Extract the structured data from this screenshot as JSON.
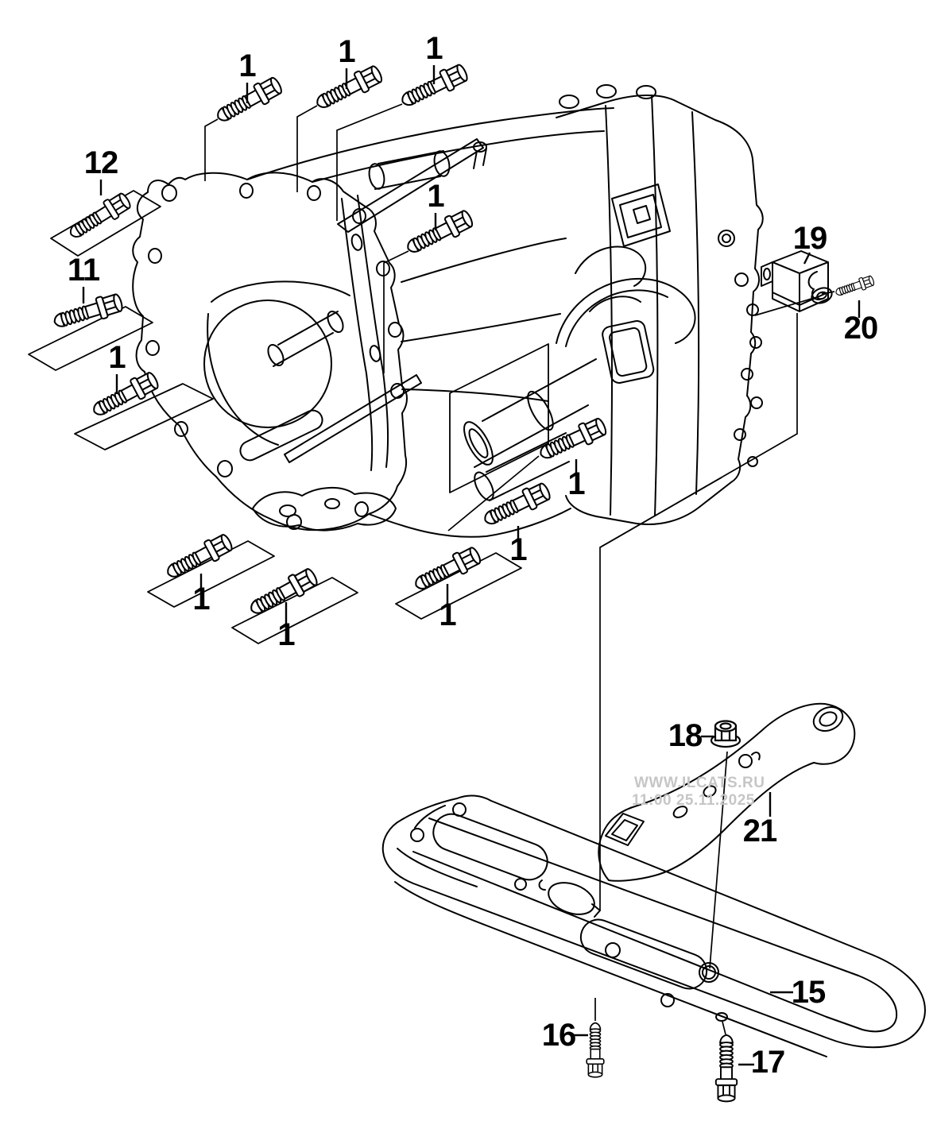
{
  "diagram": {
    "description": "Exploded parts drawing: manual gearbox with attachment bolts, sensor block, gearbox support arm and crossmember"
  },
  "watermark": {
    "line1": "WWW.ILCATS.RU",
    "line2": "11:00 25.11.2025"
  },
  "colors": {
    "line": "#000000",
    "background": "#ffffff",
    "watermark": "#c6c6c6"
  },
  "callouts": [
    {
      "label": "1"
    },
    {
      "label": "1"
    },
    {
      "label": "1"
    },
    {
      "label": "1"
    },
    {
      "label": "12"
    },
    {
      "label": "11"
    },
    {
      "label": "1"
    },
    {
      "label": "1"
    },
    {
      "label": "1"
    },
    {
      "label": "1"
    },
    {
      "label": "1"
    },
    {
      "label": "1"
    },
    {
      "label": "19"
    },
    {
      "label": "20"
    },
    {
      "label": "18"
    },
    {
      "label": "21"
    },
    {
      "label": "15"
    },
    {
      "label": "16"
    },
    {
      "label": "17"
    }
  ]
}
